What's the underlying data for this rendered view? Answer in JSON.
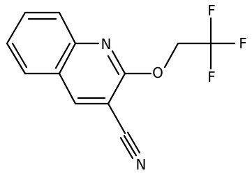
{
  "molecule": {
    "atoms": {
      "ring_n": "N",
      "ether_o": "O",
      "f_top": "F",
      "f_right": "F",
      "f_bottom": "F",
      "nitrile_n": "N"
    }
  }
}
